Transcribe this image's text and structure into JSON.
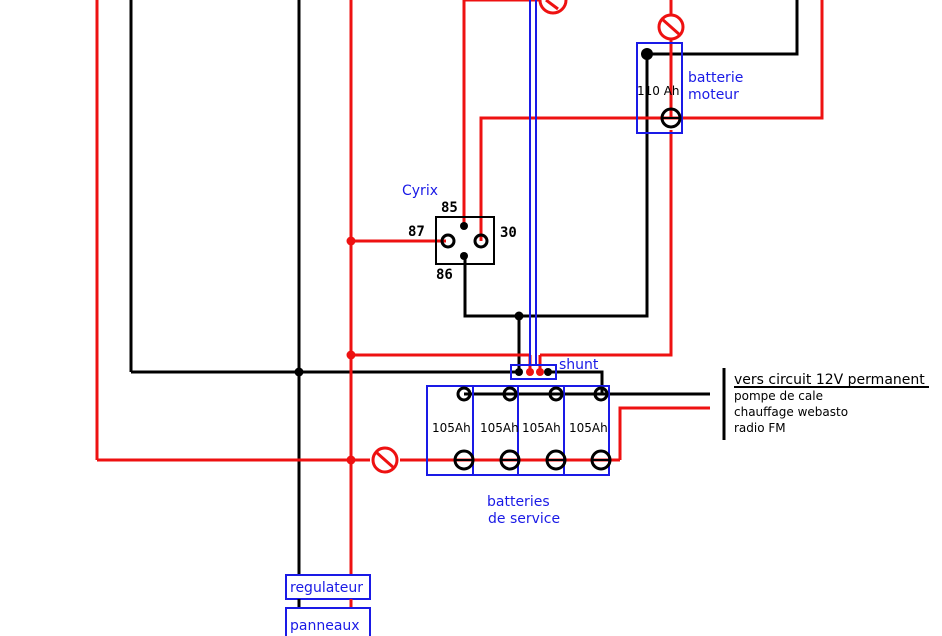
{
  "colors": {
    "positive": "#ee1111",
    "negative": "#000000",
    "component": "#1a1ae6"
  },
  "relay": {
    "name": "Cyrix",
    "pins": {
      "p85": "85",
      "p87": "87",
      "p30": "30",
      "p86": "86"
    }
  },
  "engine_battery": {
    "label_line1": "batterie",
    "label_line2": "moteur",
    "capacity": "110 Ah"
  },
  "shunt": {
    "label": "shunt"
  },
  "service_batteries": {
    "label_line1": "batteries",
    "label_line2": "de service",
    "cells": [
      "105Ah",
      "105Ah",
      "105Ah",
      "105Ah"
    ]
  },
  "permanent_circuit": {
    "title": "vers circuit 12V permanent",
    "items": [
      "pompe de cale",
      "chauffage webasto",
      "radio FM"
    ]
  },
  "regulator": {
    "label": "regulateur"
  },
  "panels": {
    "label": "panneaux"
  },
  "fuse_icon": "fuse-icon"
}
